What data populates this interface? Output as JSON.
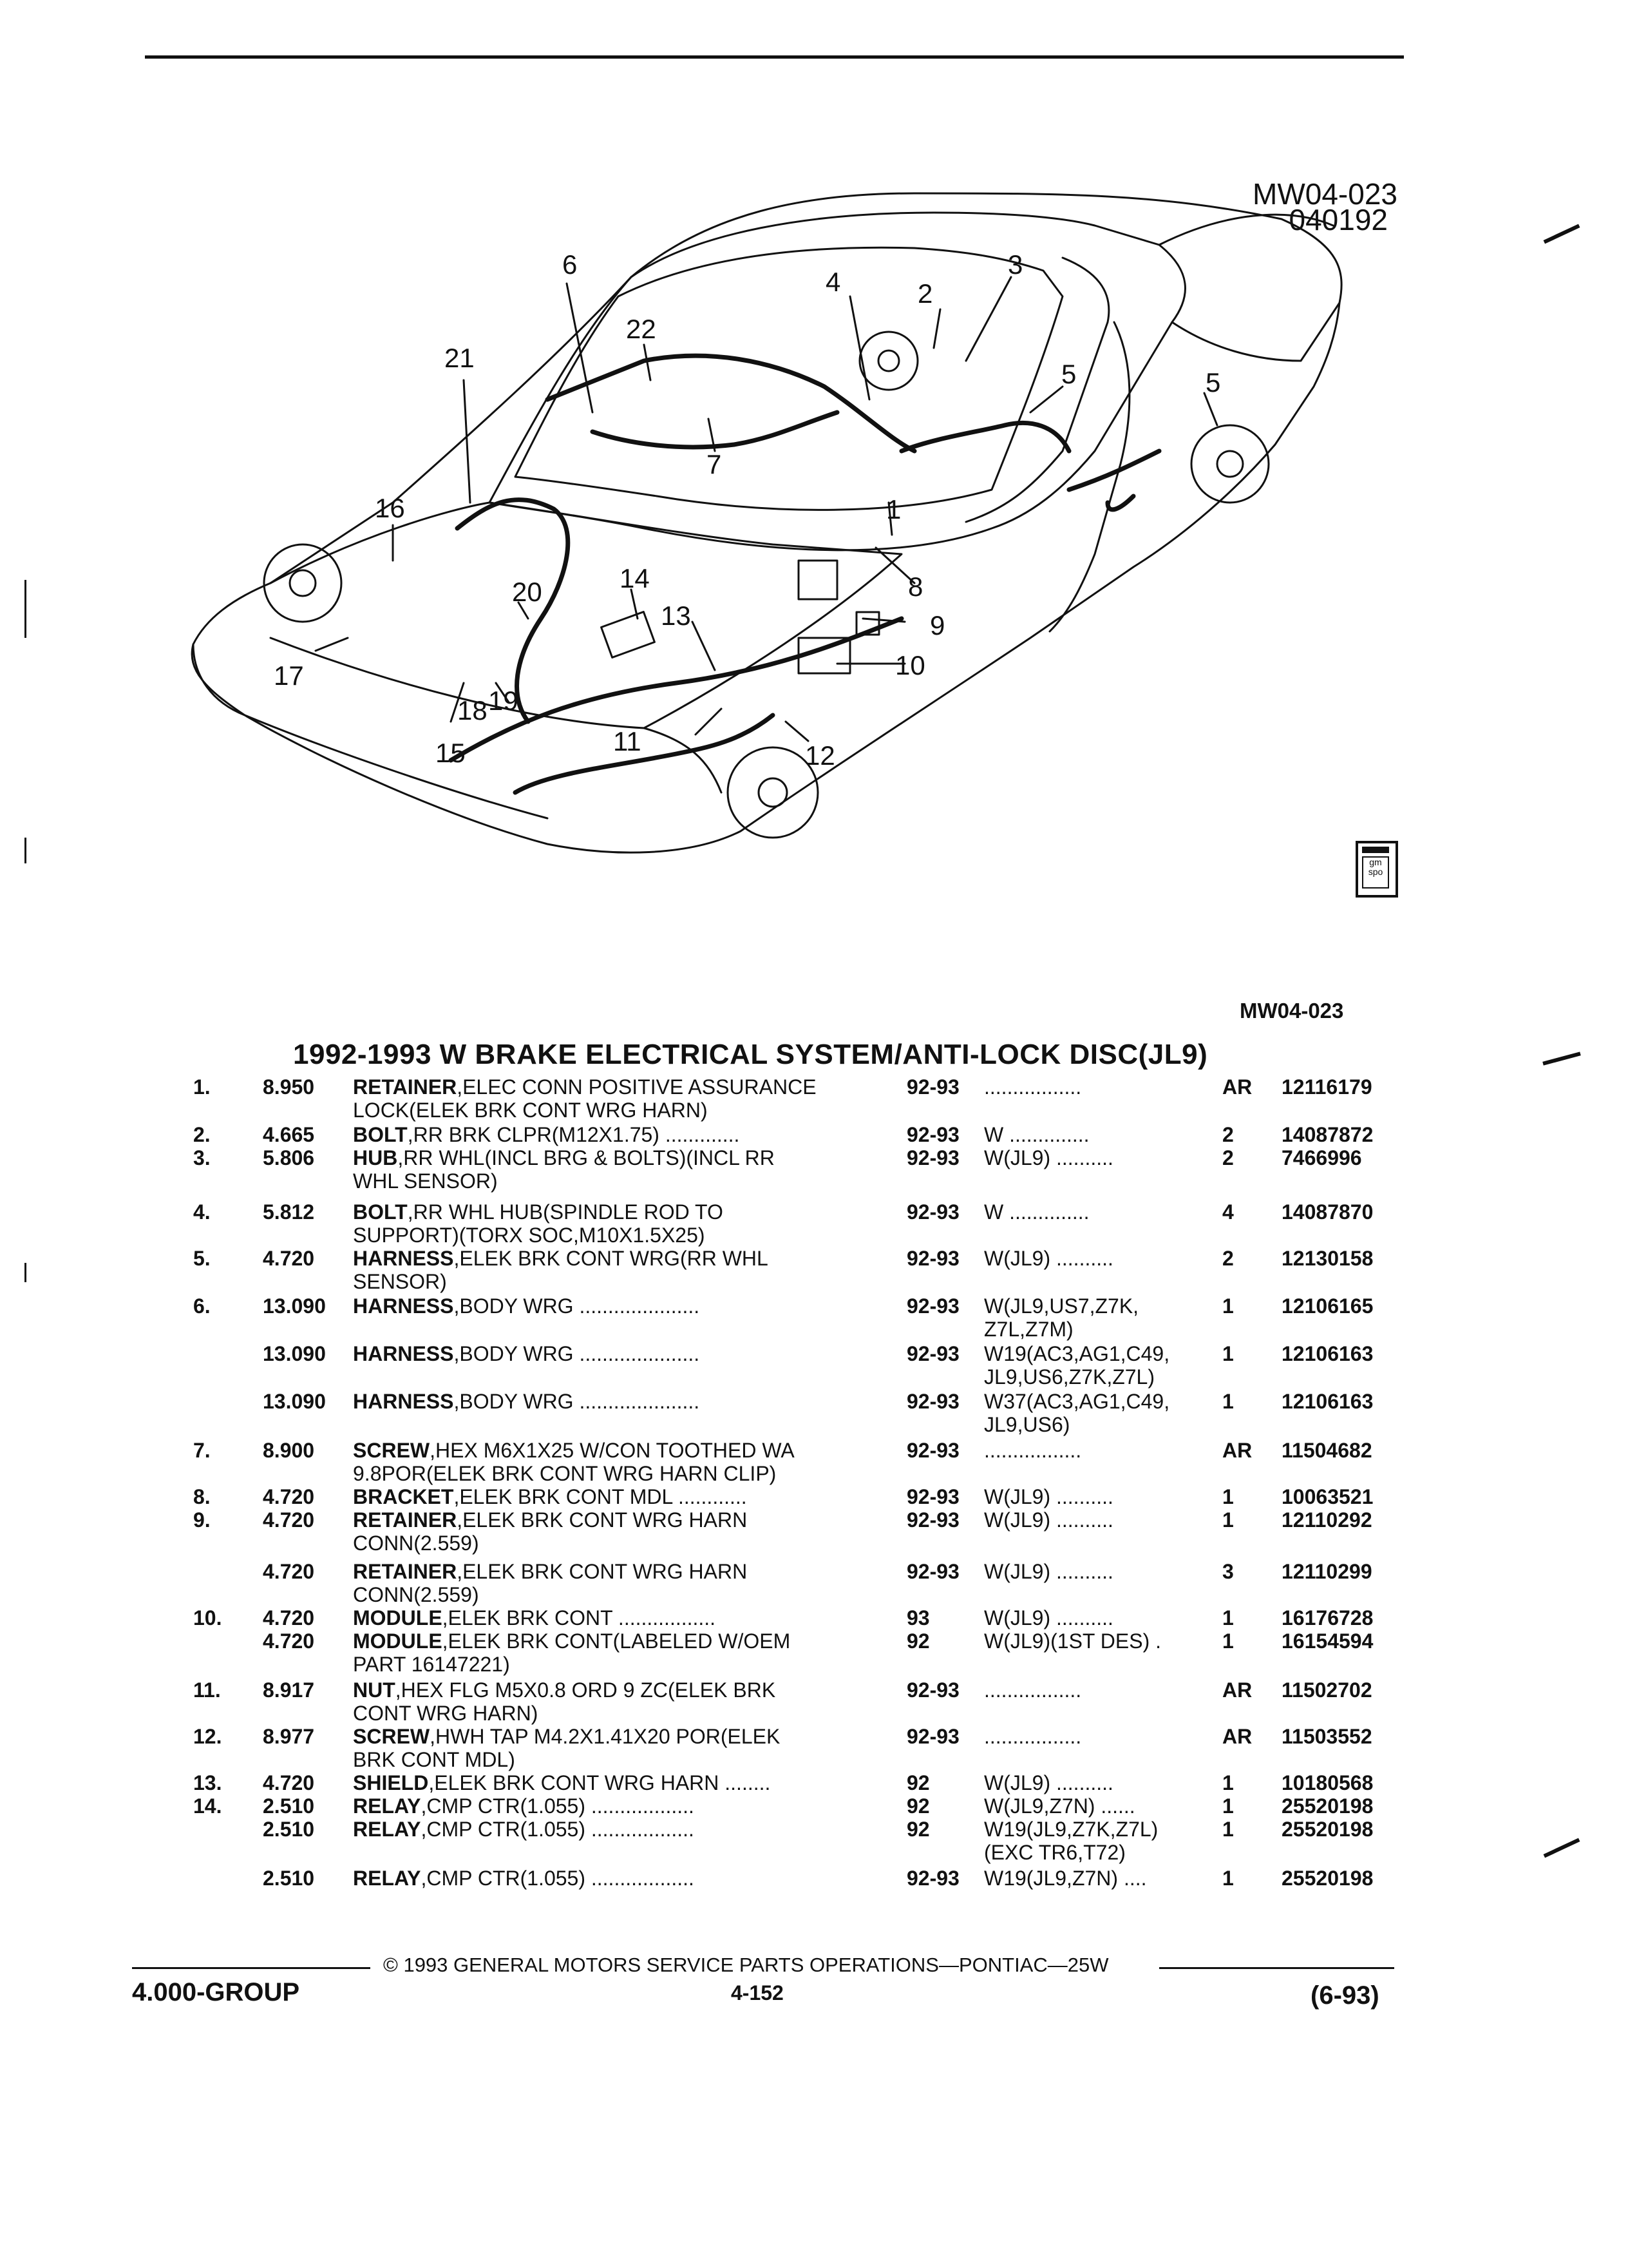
{
  "diagram": {
    "code": "MW04-023",
    "date_code": "040192",
    "callouts": [
      "1",
      "2",
      "3",
      "4",
      "5",
      "5",
      "6",
      "7",
      "8",
      "9",
      "10",
      "11",
      "12",
      "13",
      "14",
      "15",
      "16",
      "17",
      "18",
      "19",
      "20",
      "21",
      "22"
    ],
    "logo_icon": "gm-spo-logo-icon",
    "logo_text": "gm spo"
  },
  "section": {
    "code": "MW04-023",
    "title": "1992-1993 W BRAKE ELECTRICAL SYSTEM/ANTI-LOCK DISC(JL9)"
  },
  "parts": [
    {
      "num": "1.",
      "group": "8.950",
      "name": "RETAINER",
      "desc": ",ELEC CONN POSITIVE ASSURANCE",
      "cont": "LOCK(ELEK BRK CONT WRG HARN)",
      "year": "92-93",
      "model": ".................",
      "qty": "AR",
      "part": "12116179"
    },
    {
      "num": "2.",
      "group": "4.665",
      "name": "BOLT",
      "desc": ",RR BRK CLPR(M12X1.75) .............",
      "cont": "",
      "year": "92-93",
      "model": "W ..............",
      "qty": "2",
      "part": "14087872"
    },
    {
      "num": "3.",
      "group": "5.806",
      "name": "HUB",
      "desc": ",RR WHL(INCL BRG & BOLTS)(INCL RR",
      "cont": "WHL SENSOR)",
      "year": "92-93",
      "model": "W(JL9) ..........",
      "qty": "2",
      "part": "7466996"
    },
    {
      "num": "4.",
      "group": "5.812",
      "name": "BOLT",
      "desc": ",RR WHL HUB(SPINDLE ROD TO",
      "cont": "SUPPORT)(TORX SOC,M10X1.5X25)",
      "year": "92-93",
      "model": "W ..............",
      "qty": "4",
      "part": "14087870"
    },
    {
      "num": "5.",
      "group": "4.720",
      "name": "HARNESS",
      "desc": ",ELEK BRK CONT WRG(RR WHL",
      "cont": "SENSOR)",
      "year": "92-93",
      "model": "W(JL9) ..........",
      "qty": "2",
      "part": "12130158"
    },
    {
      "num": "6.",
      "group": "13.090",
      "name": "HARNESS",
      "desc": ",BODY WRG .....................",
      "cont": "",
      "year": "92-93",
      "model": "W(JL9,US7,Z7K,",
      "model2": "Z7L,Z7M)",
      "qty": "1",
      "part": "12106165"
    },
    {
      "num": "",
      "group": "13.090",
      "name": "HARNESS",
      "desc": ",BODY WRG .....................",
      "cont": "",
      "year": "92-93",
      "model": "W19(AC3,AG1,C49,",
      "model2": "JL9,US6,Z7K,Z7L)",
      "qty": "1",
      "part": "12106163"
    },
    {
      "num": "",
      "group": "13.090",
      "name": "HARNESS",
      "desc": ",BODY WRG .....................",
      "cont": "",
      "year": "92-93",
      "model": "W37(AC3,AG1,C49,",
      "model2": "JL9,US6)",
      "qty": "1",
      "part": "12106163"
    },
    {
      "num": "7.",
      "group": "8.900",
      "name": "SCREW",
      "desc": ",HEX M6X1X25 W/CON TOOTHED WA",
      "cont": "9.8POR(ELEK BRK CONT WRG HARN CLIP)",
      "year": "92-93",
      "model": ".................",
      "qty": "AR",
      "part": "11504682"
    },
    {
      "num": "8.",
      "group": "4.720",
      "name": "BRACKET",
      "desc": ",ELEK BRK CONT MDL ............",
      "cont": "",
      "year": "92-93",
      "model": "W(JL9) ..........",
      "qty": "1",
      "part": "10063521"
    },
    {
      "num": "9.",
      "group": "4.720",
      "name": "RETAINER",
      "desc": ",ELEK BRK CONT WRG HARN",
      "cont": "CONN(2.559)",
      "year": "92-93",
      "model": "W(JL9) ..........",
      "qty": "1",
      "part": "12110292"
    },
    {
      "num": "",
      "group": "4.720",
      "name": "RETAINER",
      "desc": ",ELEK BRK CONT WRG HARN",
      "cont": "CONN(2.559)",
      "year": "92-93",
      "model": "W(JL9) ..........",
      "qty": "3",
      "part": "12110299"
    },
    {
      "num": "10.",
      "group": "4.720",
      "name": "MODULE",
      "desc": ",ELEK BRK CONT .................",
      "cont": "",
      "year": "93",
      "model": "W(JL9) ..........",
      "qty": "1",
      "part": "16176728"
    },
    {
      "num": "",
      "group": "4.720",
      "name": "MODULE",
      "desc": ",ELEK BRK CONT(LABELED W/OEM",
      "cont": "PART 16147221)",
      "year": "92",
      "model": "W(JL9)(1ST DES) .",
      "qty": "1",
      "part": "16154594"
    },
    {
      "num": "11.",
      "group": "8.917",
      "name": "NUT",
      "desc": ",HEX FLG M5X0.8 ORD 9 ZC(ELEK BRK",
      "cont": "CONT WRG HARN)",
      "year": "92-93",
      "model": ".................",
      "qty": "AR",
      "part": "11502702"
    },
    {
      "num": "12.",
      "group": "8.977",
      "name": "SCREW",
      "desc": ",HWH TAP M4.2X1.41X20 POR(ELEK",
      "cont": "BRK CONT MDL)",
      "year": "92-93",
      "model": ".................",
      "qty": "AR",
      "part": "11503552"
    },
    {
      "num": "13.",
      "group": "4.720",
      "name": "SHIELD",
      "desc": ",ELEK BRK CONT WRG HARN ........",
      "cont": "",
      "year": "92",
      "model": "W(JL9) ..........",
      "qty": "1",
      "part": "10180568"
    },
    {
      "num": "14.",
      "group": "2.510",
      "name": "RELAY",
      "desc": ",CMP CTR(1.055) ..................",
      "cont": "",
      "year": "92",
      "model": "W(JL9,Z7N) ......",
      "qty": "1",
      "part": "25520198"
    },
    {
      "num": "",
      "group": "2.510",
      "name": "RELAY",
      "desc": ",CMP CTR(1.055) ..................",
      "cont": "",
      "year": "92",
      "model": "W19(JL9,Z7K,Z7L)",
      "model2": "(EXC TR6,T72)",
      "qty": "1",
      "part": "25520198"
    },
    {
      "num": "",
      "group": "2.510",
      "name": "RELAY",
      "desc": ",CMP CTR(1.055) ..................",
      "cont": "",
      "year": "92-93",
      "model": "W19(JL9,Z7N) ....",
      "qty": "1",
      "part": "25520198"
    }
  ],
  "footer": {
    "copyright": "© 1993 GENERAL MOTORS SERVICE PARTS OPERATIONS—PONTIAC—25W",
    "group": "4.000-GROUP",
    "page": "4-152",
    "date": "(6-93)"
  }
}
